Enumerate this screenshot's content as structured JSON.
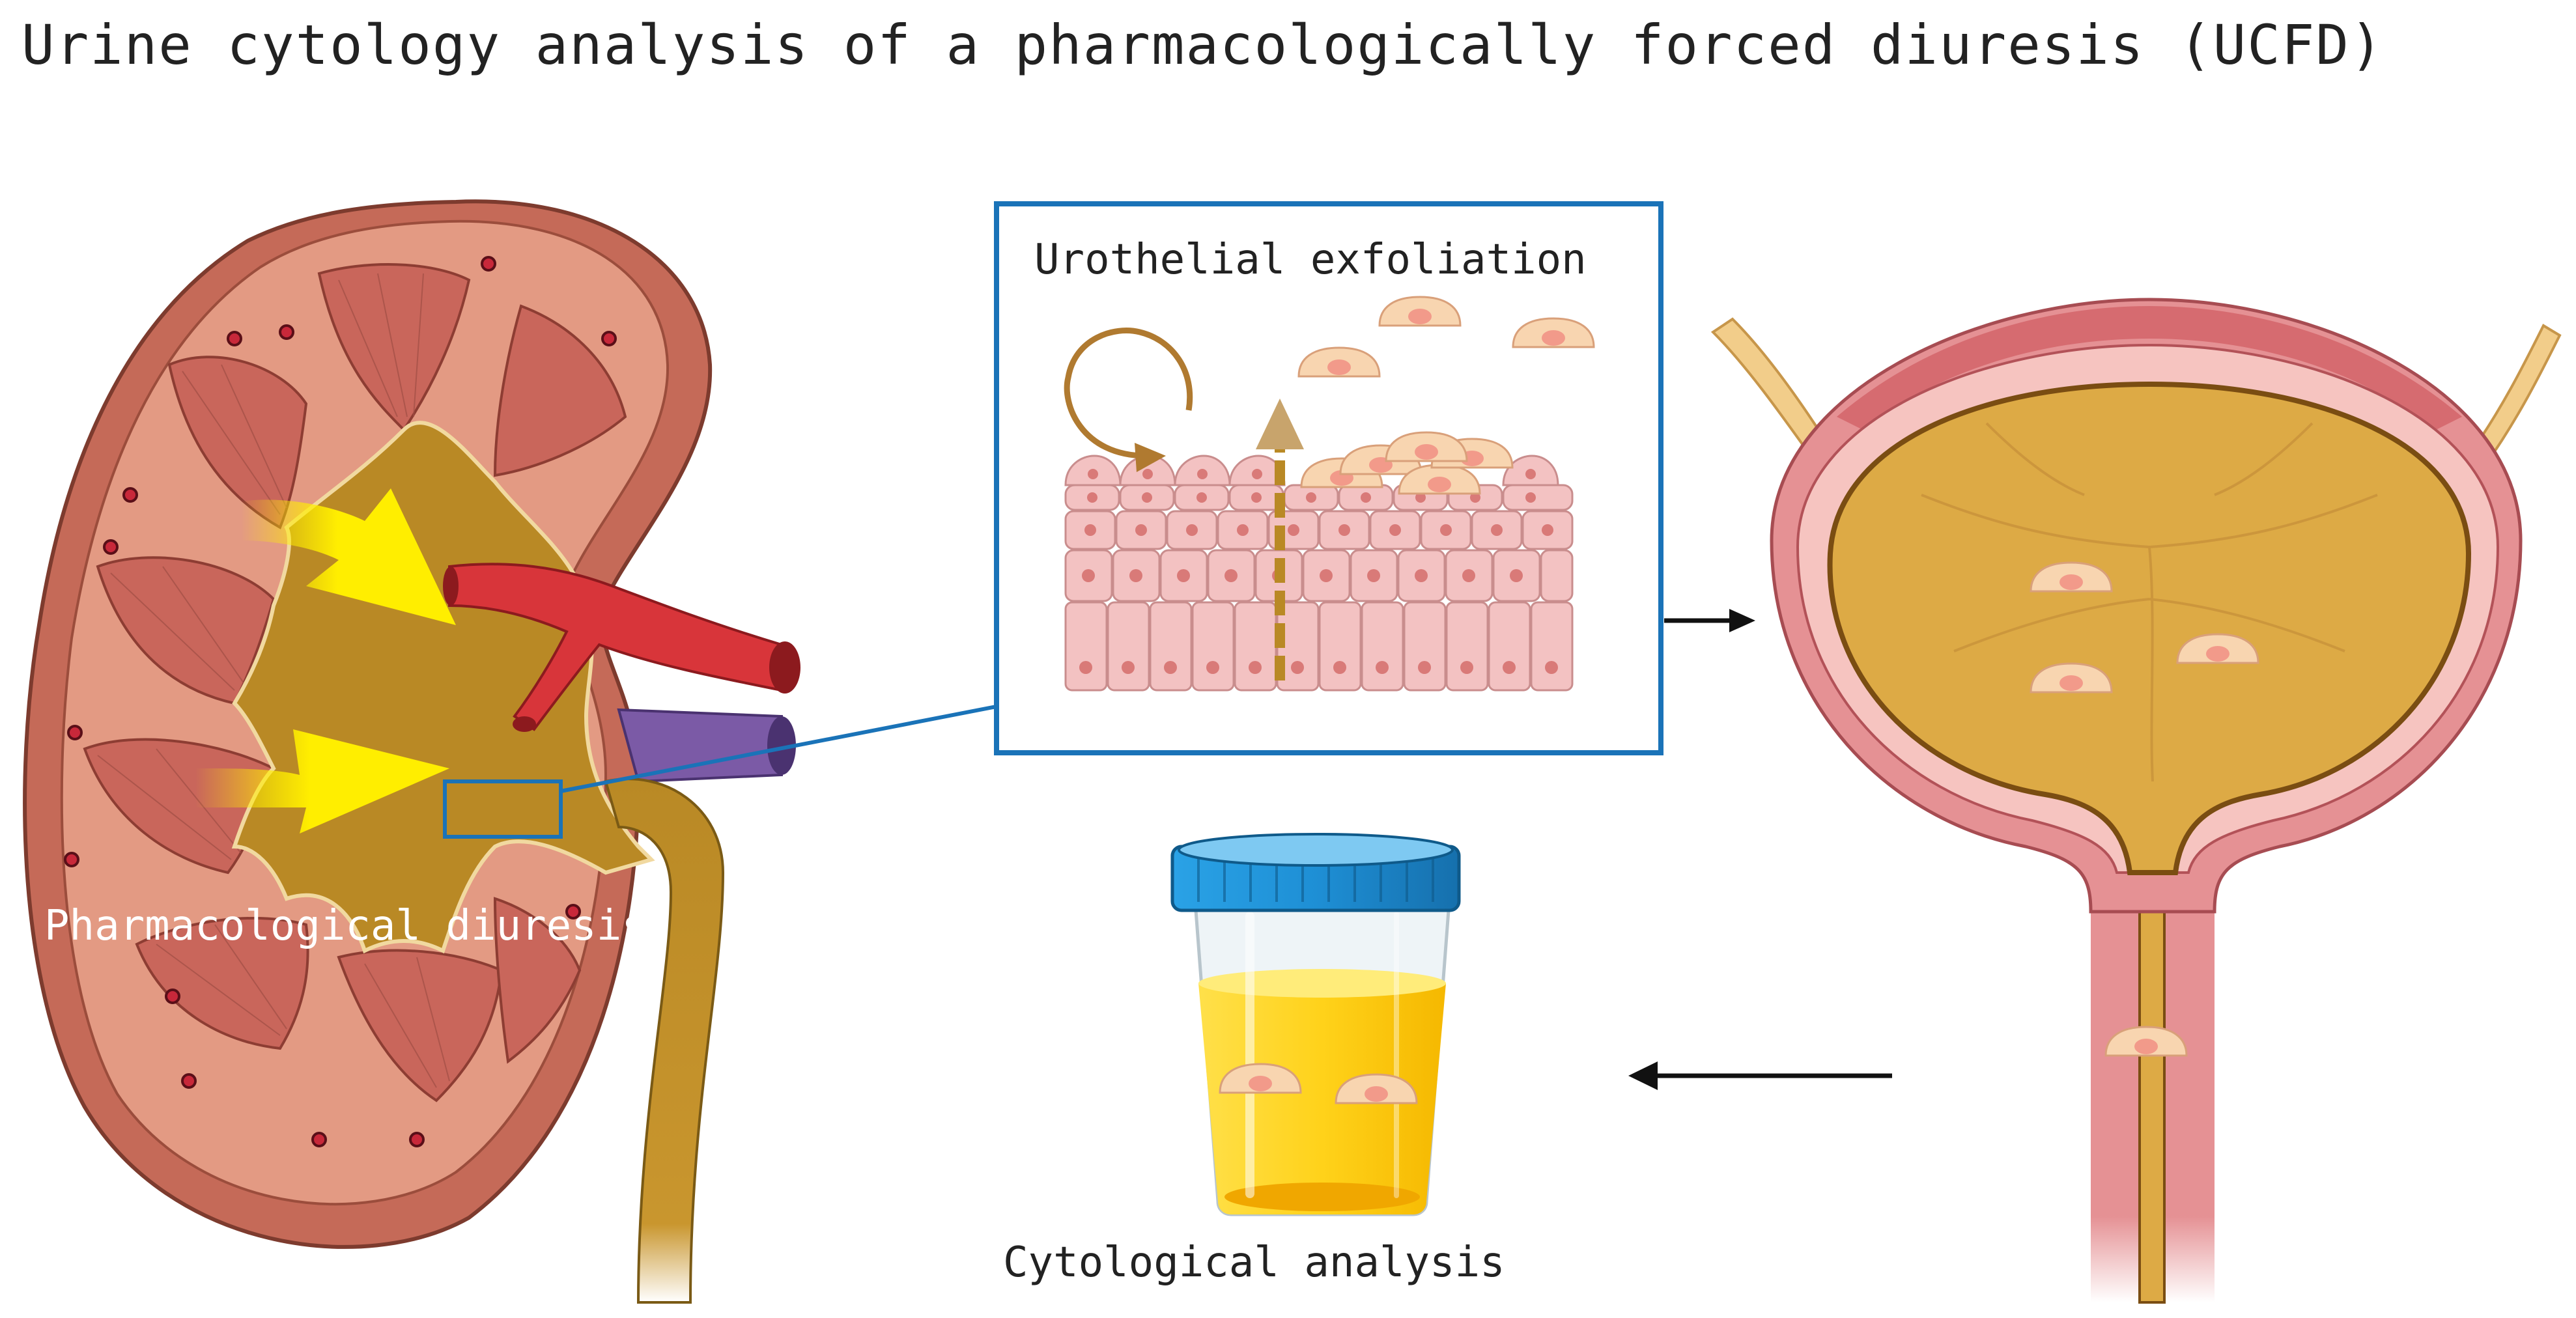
{
  "title": "Urine cytology analysis of a pharmacologically forced diuresis (UCFD)",
  "labels": {
    "kidney": "Pharmacological diuresis",
    "inset": "Urothelial exfoliation",
    "container": "Cytological analysis"
  },
  "colors": {
    "kidney_outer": "#c56a58",
    "kidney_cortex": "#e39a83",
    "pyramid": "#c9665b",
    "pelvis": "#b98925",
    "artery": "#d8353a",
    "vein": "#7b5aa6",
    "arrow_yellow": "#ffee00",
    "highlight_box": "#1a73b8",
    "urothelium": "#f3c2c2",
    "cell": "#f8d5b0",
    "bladder_wall": "#e59194",
    "bladder_lumen": "#ddaa45",
    "urine": "#ffd21a",
    "cap": "#1e8fd5"
  },
  "icons": [
    "kidney-illustration",
    "bladder-illustration",
    "urine-container-icon",
    "urothelium-illustration",
    "rotate-arrow-icon",
    "exfoliation-arrow-icon"
  ]
}
